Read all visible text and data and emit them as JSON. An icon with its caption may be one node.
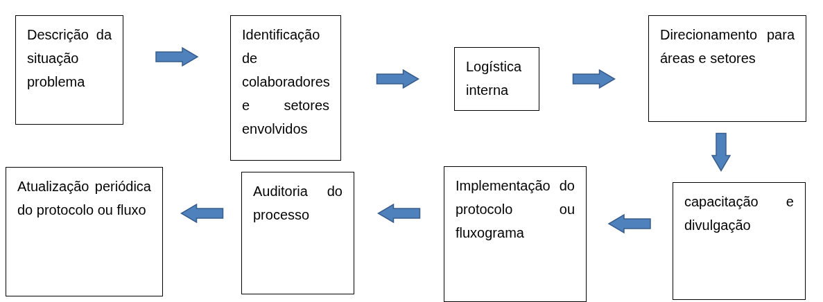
{
  "diagram": {
    "nodes": [
      {
        "text": [
          "Descrição da situação problema"
        ]
      },
      {
        "text": [
          "Identificação de colaboradores e setores envolvidos"
        ]
      },
      {
        "text": [
          "Logística interna"
        ]
      },
      {
        "text": [
          "Direcionamento para áreas e setores"
        ]
      },
      {
        "text": [
          "capacitação e divulgação"
        ]
      },
      {
        "text": [
          "Implementação do protocolo ou fluxograma"
        ]
      },
      {
        "text": [
          "Auditoria do processo"
        ]
      },
      {
        "text": [
          "Atualização periódica do protocolo ou fluxo"
        ]
      }
    ],
    "edges": [
      {
        "from": 0,
        "to": 1,
        "arrow": "to"
      },
      {
        "from": 1,
        "to": 2,
        "arrow": "to"
      },
      {
        "from": 2,
        "to": 3,
        "arrow": "to"
      },
      {
        "from": 3,
        "to": 4,
        "arrow": "to"
      },
      {
        "from": 4,
        "to": 5,
        "arrow": "to"
      },
      {
        "from": 5,
        "to": 6,
        "arrow": "to"
      },
      {
        "from": 6,
        "to": 7,
        "arrow": "to"
      }
    ]
  }
}
